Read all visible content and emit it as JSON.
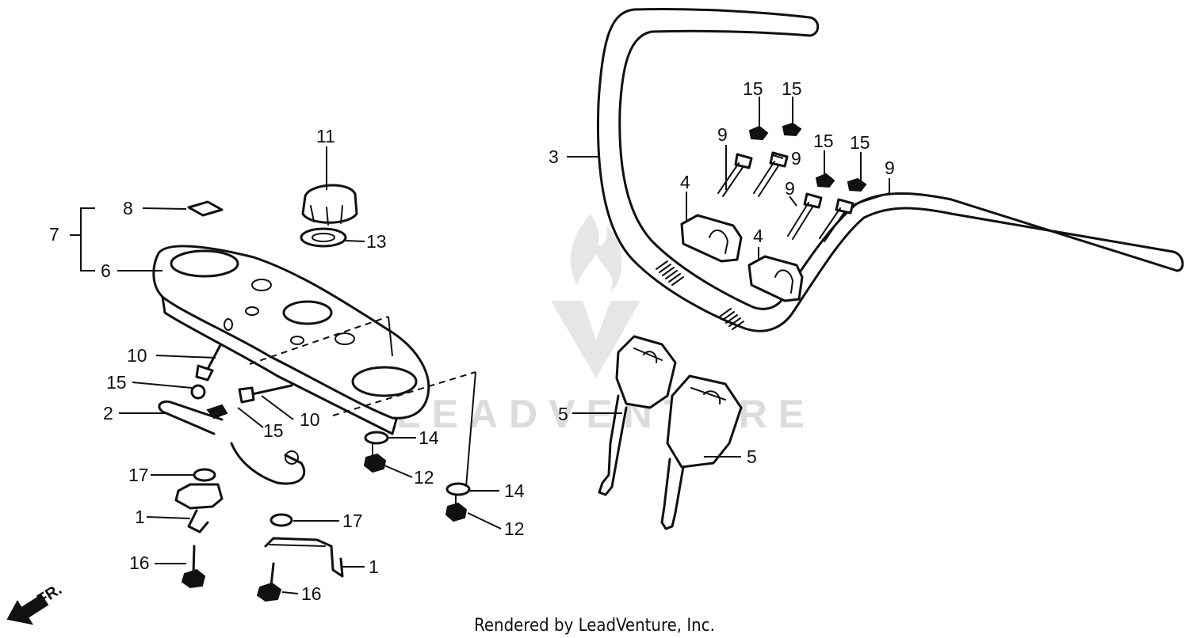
{
  "watermark": {
    "text": "LEADVENTURE",
    "color": "#dcdcdc"
  },
  "credit": "Rendered by LeadVenture, Inc.",
  "direction_marker": "FR.",
  "callouts": {
    "c1a": "1",
    "c1b": "1",
    "c2": "2",
    "c3": "3",
    "c4a": "4",
    "c4b": "4",
    "c5a": "5",
    "c5b": "5",
    "c6": "6",
    "c7": "7",
    "c8": "8",
    "c9a": "9",
    "c9b": "9",
    "c9c": "9",
    "c9d": "9",
    "c10a": "10",
    "c10b": "10",
    "c11": "11",
    "c12a": "12",
    "c12b": "12",
    "c13": "13",
    "c14a": "14",
    "c14b": "14",
    "c15a": "15",
    "c15b": "15",
    "c15c": "15",
    "c15d": "15",
    "c15e": "15",
    "c15f": "15",
    "c16a": "16",
    "c16b": "16",
    "c17a": "17",
    "c17b": "17"
  }
}
